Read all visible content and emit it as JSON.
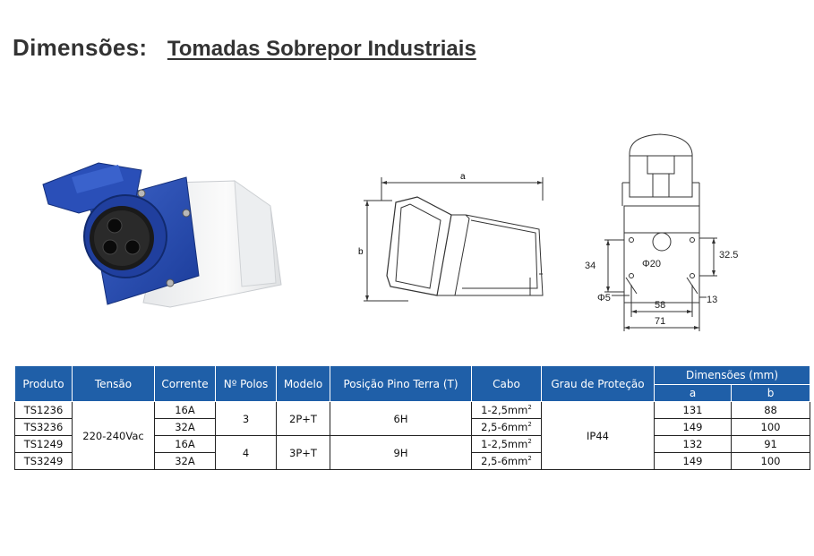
{
  "title": {
    "main": "Dimensões:",
    "sub": "Tomadas Sobrepor Industriais"
  },
  "side_view": {
    "label_a": "a",
    "label_b": "b"
  },
  "front_view": {
    "phi20": "Φ20",
    "d32_5": "32.5",
    "d34": "34",
    "phi5": "Φ5",
    "d58": "58",
    "d13": "13",
    "d71": "71"
  },
  "table": {
    "headers": {
      "produto": "Produto",
      "tensao": "Tensão",
      "corrente": "Corrente",
      "polos": "Nº Polos",
      "modelo": "Modelo",
      "posicao": "Posição Pino Terra (T)",
      "cabo": "Cabo",
      "grau": "Grau de Proteção",
      "dimensoes": "Dimensões (mm)",
      "a": "a",
      "b": "b"
    },
    "tensao": "220-240Vac",
    "grau": "IP44",
    "groups": [
      {
        "polos": "3",
        "modelo": "2P+T",
        "posicao": "6H"
      },
      {
        "polos": "4",
        "modelo": "3P+T",
        "posicao": "9H"
      }
    ],
    "rows": [
      {
        "produto": "TS1236",
        "corrente": "16A",
        "cabo": "1-2,5mm",
        "a": "131",
        "b": "88"
      },
      {
        "produto": "TS3236",
        "corrente": "32A",
        "cabo": "2,5-6mm",
        "a": "149",
        "b": "100"
      },
      {
        "produto": "TS1249",
        "corrente": "16A",
        "cabo": "1-2,5mm",
        "a": "132",
        "b": "91"
      },
      {
        "produto": "TS3249",
        "corrente": "32A",
        "cabo": "2,5-6mm",
        "a": "149",
        "b": "100"
      }
    ],
    "sup": "2"
  }
}
